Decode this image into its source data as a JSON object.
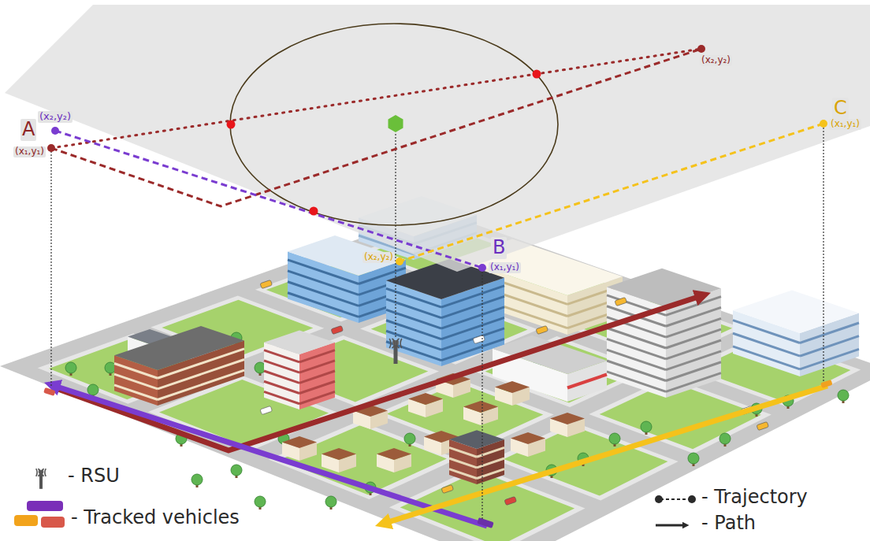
{
  "diagram": {
    "labels": [
      "(x₂,y₂)",
      "A",
      "(x₁,y₁)",
      "(x₂,y₂)",
      "C",
      "(x₁,y₁)",
      "(x₂,y₂)",
      "B",
      "(x₁,y₁)"
    ],
    "legend": [
      {
        "text": "- RSU"
      },
      {
        "text": "- Tracked vehicles"
      },
      {
        "text": "- Trajectory"
      },
      {
        "text": "- Path"
      }
    ]
  }
}
